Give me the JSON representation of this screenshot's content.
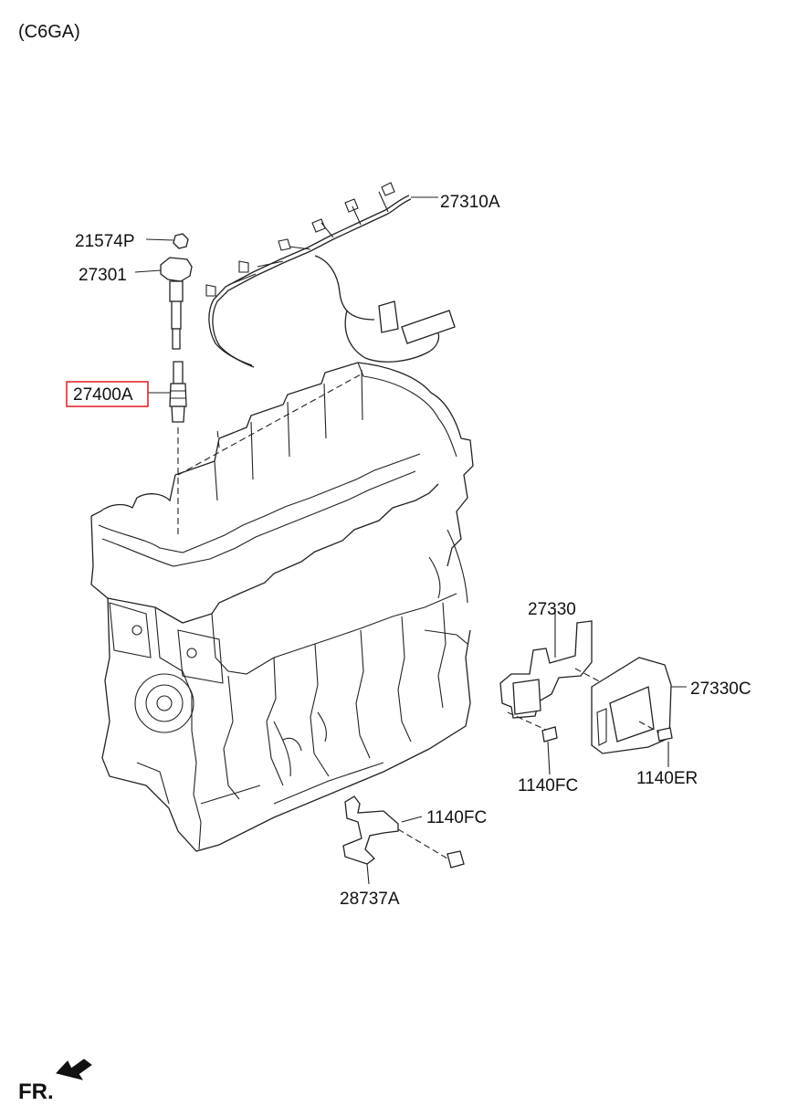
{
  "engine_code": "(C6GA)",
  "front_marker": "FR.",
  "highlight_color": "#e0282e",
  "parts": [
    {
      "id": "wiring_harness",
      "code": "27310A"
    },
    {
      "id": "nut",
      "code": "21574P"
    },
    {
      "id": "ignition_coil",
      "code": "27301"
    },
    {
      "id": "spark_plug",
      "code": "27400A",
      "highlighted": true
    },
    {
      "id": "bracket",
      "code": "27330"
    },
    {
      "id": "control_module",
      "code": "27330C"
    },
    {
      "id": "bolt_left",
      "code": "1140FC"
    },
    {
      "id": "bolt_right",
      "code": "1140ER"
    },
    {
      "id": "bolt_lower",
      "code": "1140FC"
    },
    {
      "id": "lower_bracket",
      "code": "28737A"
    }
  ]
}
